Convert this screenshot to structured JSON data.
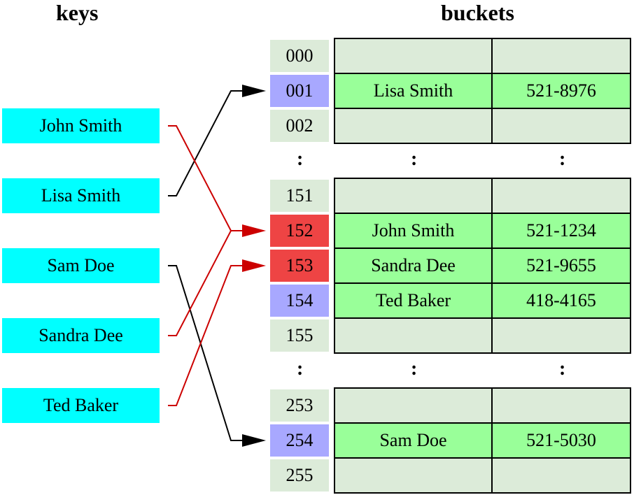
{
  "headings": {
    "keys": "keys",
    "buckets": "buckets"
  },
  "keys": [
    "John Smith",
    "Lisa Smith",
    "Sam Doe",
    "Sandra Dee",
    "Ted Baker"
  ],
  "ellipsis": ":",
  "groups": [
    {
      "rows": [
        {
          "index": "000",
          "name": "",
          "phone": "",
          "state": "empty"
        },
        {
          "index": "001",
          "name": "Lisa Smith",
          "phone": "521-8976",
          "state": "single"
        },
        {
          "index": "002",
          "name": "",
          "phone": "",
          "state": "empty"
        }
      ]
    },
    {
      "rows": [
        {
          "index": "151",
          "name": "",
          "phone": "",
          "state": "empty"
        },
        {
          "index": "152",
          "name": "John Smith",
          "phone": "521-1234",
          "state": "collide"
        },
        {
          "index": "153",
          "name": "Sandra Dee",
          "phone": "521-9655",
          "state": "collide"
        },
        {
          "index": "154",
          "name": "Ted Baker",
          "phone": "418-4165",
          "state": "single"
        },
        {
          "index": "155",
          "name": "",
          "phone": "",
          "state": "empty"
        }
      ]
    },
    {
      "rows": [
        {
          "index": "253",
          "name": "",
          "phone": "",
          "state": "empty"
        },
        {
          "index": "254",
          "name": "Sam Doe",
          "phone": "521-5030",
          "state": "single"
        },
        {
          "index": "255",
          "name": "",
          "phone": "",
          "state": "empty"
        }
      ]
    }
  ],
  "mappings": [
    {
      "key": "John Smith",
      "index": "152",
      "color": "#cc0000"
    },
    {
      "key": "Lisa Smith",
      "index": "001",
      "color": "#000000"
    },
    {
      "key": "Sam Doe",
      "index": "254",
      "color": "#000000"
    },
    {
      "key": "Sandra Dee",
      "index": "152",
      "color": "#cc0000"
    },
    {
      "key": "Ted Baker",
      "index": "153",
      "color": "#cc0000"
    }
  ],
  "colors": {
    "key_fill": "#00ffff",
    "empty_fill": "#dcebd9",
    "filled_fill": "#99ff99",
    "single_index_fill": "#a8a8ff",
    "collision_index_fill": "#ee4444",
    "collision_arrow": "#cc0000",
    "normal_arrow": "#000000"
  }
}
